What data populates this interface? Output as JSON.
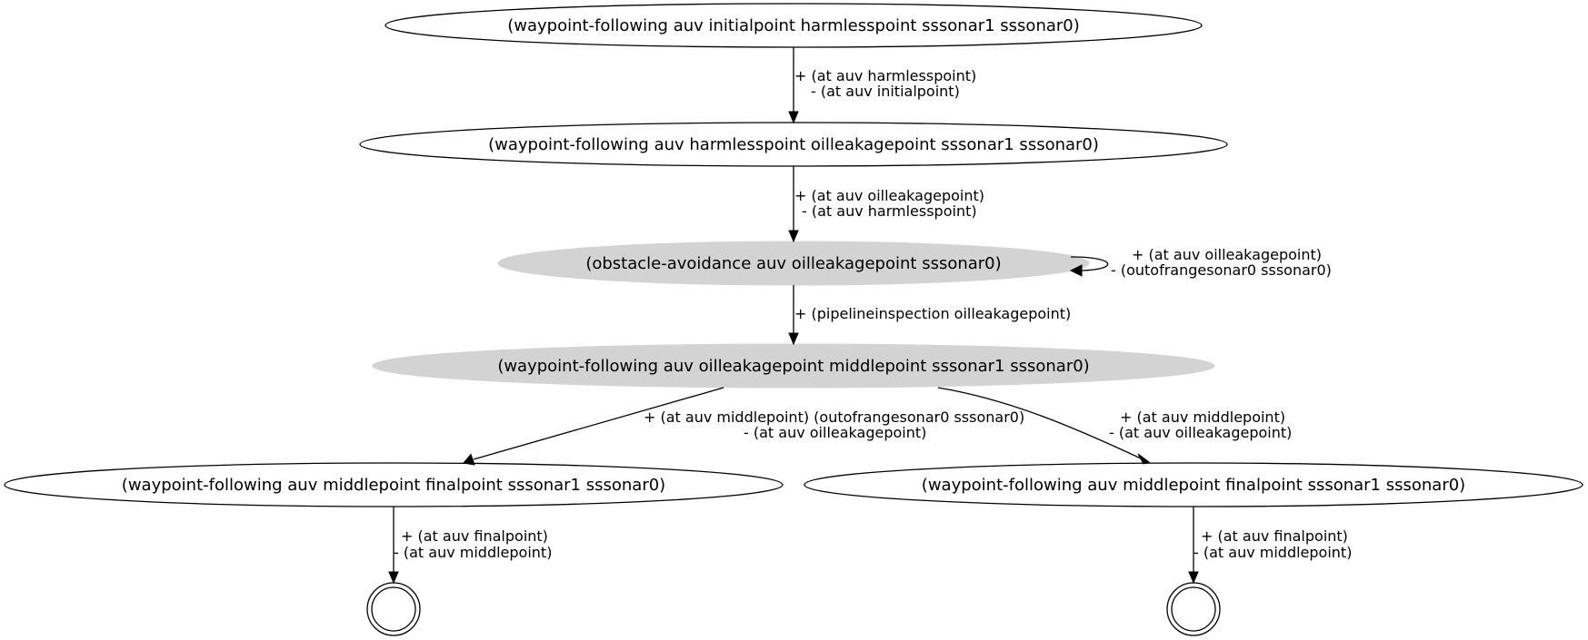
{
  "nodes": {
    "n1": "(waypoint-following auv initialpoint harmlesspoint sssonar1 sssonar0)",
    "n2": "(waypoint-following auv harmlesspoint oilleakagepoint sssonar1 sssonar0)",
    "n3": "(obstacle-avoidance auv oilleakagepoint sssonar0)",
    "n4": "(waypoint-following auv oilleakagepoint middlepoint sssonar1 sssonar0)",
    "n5": "(waypoint-following auv middlepoint finalpoint sssonar1 sssonar0)",
    "n6": "(waypoint-following auv middlepoint finalpoint sssonar1 sssonar0)"
  },
  "edges": {
    "e1": {
      "line1": "+ (at auv harmlesspoint)",
      "line2": "- (at auv initialpoint)"
    },
    "e2": {
      "line1": "+ (at auv oilleakagepoint)",
      "line2": "- (at auv harmlesspoint)"
    },
    "e3": {
      "line1": "+ (at auv oilleakagepoint)",
      "line2": "- (outofrangesonar0 sssonar0)"
    },
    "e4": {
      "line1": "+ (pipelineinspection oilleakagepoint)"
    },
    "e5": {
      "line1": "+ (at auv middlepoint) (outofrangesonar0 sssonar0)",
      "line2": "- (at auv oilleakagepoint)"
    },
    "e6": {
      "line1": "+ (at auv middlepoint)",
      "line2": "- (at auv oilleakagepoint)"
    },
    "e7": {
      "line1": "+ (at auv finalpoint)",
      "line2": "- (at auv middlepoint)"
    },
    "e8": {
      "line1": "+ (at auv finalpoint)",
      "line2": "- (at auv middlepoint)"
    }
  },
  "colors": {
    "filled_node": "#d3d3d3",
    "stroke": "#000000"
  }
}
